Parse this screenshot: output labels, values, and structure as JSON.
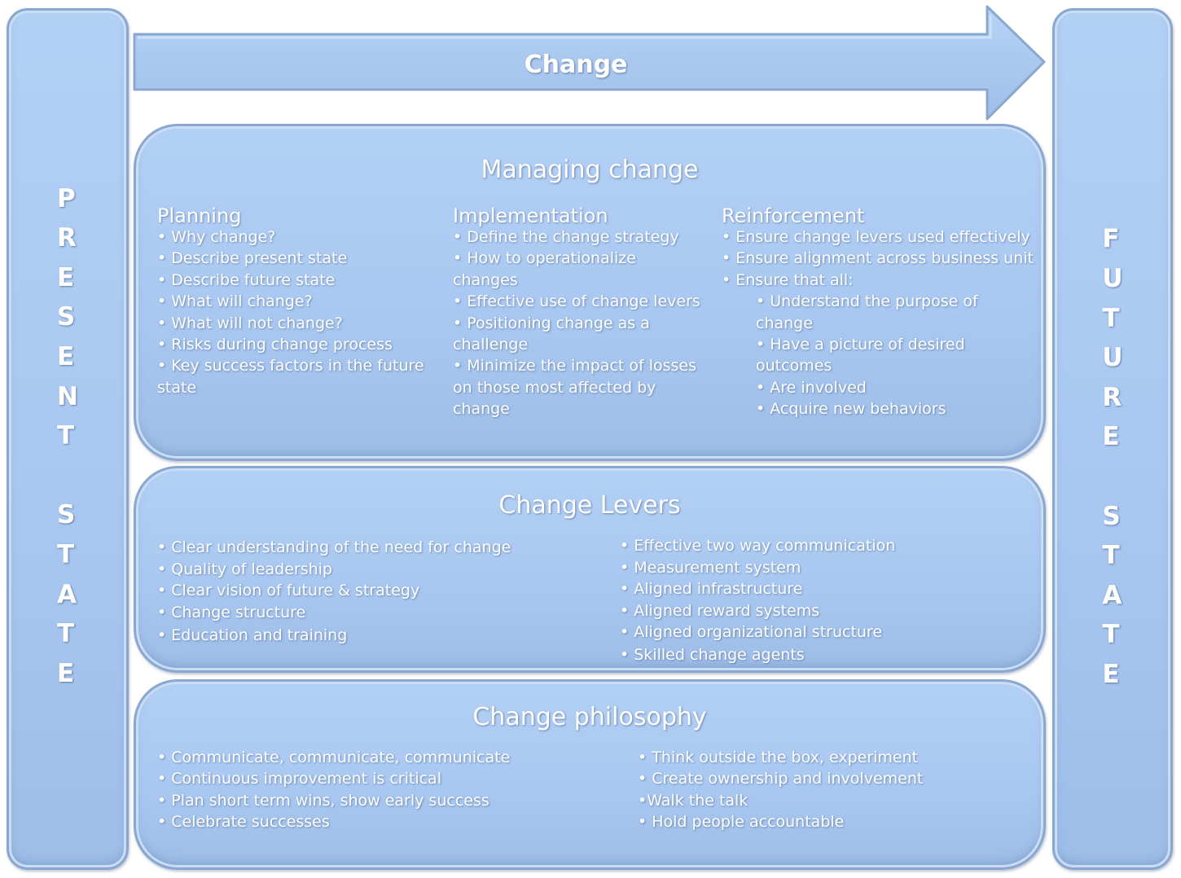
{
  "arrow": {
    "label": "Change"
  },
  "present_state": {
    "letters": [
      "P",
      "R",
      "E",
      "S",
      "E",
      "N",
      "T",
      "",
      "S",
      "T",
      "A",
      "T",
      "E"
    ]
  },
  "future_state": {
    "letters": [
      "F",
      "U",
      "T",
      "U",
      "R",
      "E",
      "",
      "S",
      "T",
      "A",
      "T",
      "E"
    ]
  },
  "managing_change": {
    "title": "Managing change",
    "planning": {
      "heading": "Planning",
      "items": [
        "• Why change?",
        "• Describe present state",
        "• Describe future state",
        "• What will change?",
        "• What will not change?",
        "• Risks during change process",
        "• Key success factors in the future state"
      ]
    },
    "implementation": {
      "heading": "Implementation",
      "items": [
        "• Define the change strategy",
        "• How to operationalize changes",
        "• Effective use of change levers",
        "• Positioning change as a challenge",
        "• Minimize the impact of losses on those most affected by change"
      ]
    },
    "reinforcement": {
      "heading": "Reinforcement",
      "items": [
        "• Ensure change levers used effectively",
        "• Ensure alignment across business unit",
        "• Ensure that all:"
      ],
      "subitems": [
        "• Understand the purpose of change",
        "• Have a picture of desired outcomes",
        "• Are involved",
        "• Acquire new behaviors"
      ]
    }
  },
  "change_levers": {
    "title": "Change Levers",
    "left": [
      "• Clear understanding of the need for change",
      "• Quality of leadership",
      "• Clear vision of future & strategy",
      "• Change structure",
      "• Education and training"
    ],
    "right": [
      "• Effective two way communication",
      "• Measurement system",
      "• Aligned infrastructure",
      "• Aligned reward systems",
      "• Aligned organizational structure",
      "• Skilled change agents"
    ]
  },
  "change_philosophy": {
    "title": "Change philosophy",
    "left": [
      "• Communicate, communicate, communicate",
      "• Continuous improvement is critical",
      "• Plan short term wins, show early success",
      "• Celebrate successes"
    ],
    "right": [
      "• Think outside the box, experiment",
      "• Create ownership and involvement",
      "•Walk the talk",
      "• Hold people accountable"
    ]
  },
  "colors": {
    "fill": "#aecbf3",
    "border": "#8aa7cf",
    "text": "#ffffff"
  }
}
